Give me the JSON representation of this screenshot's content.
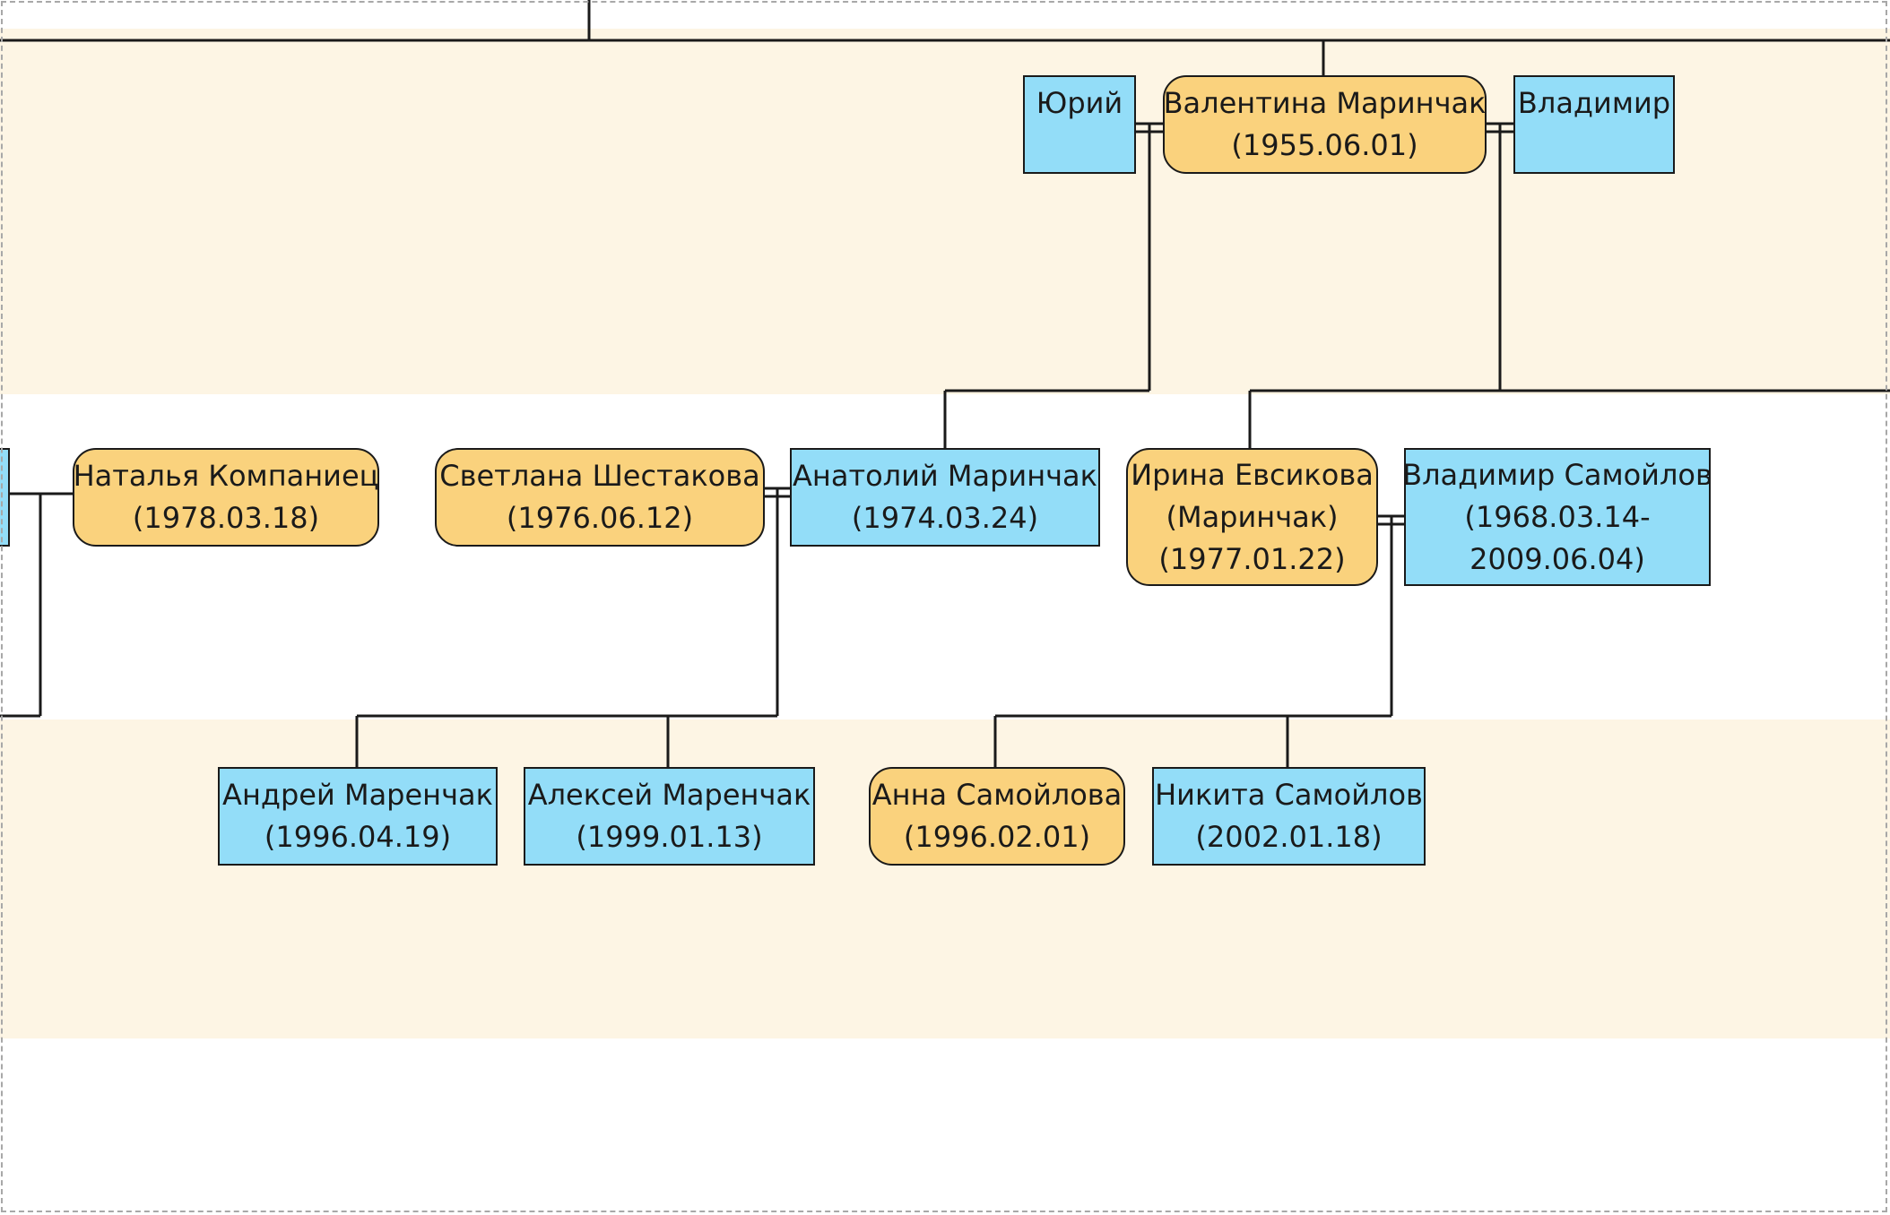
{
  "colors": {
    "female_fill": "#fad27d",
    "male_fill": "#93ddf8",
    "band_fill": "#fdf5e4",
    "line": "#1a1a1a"
  },
  "people": {
    "yuriy": {
      "name": "Юрий",
      "sex": "male"
    },
    "valentina": {
      "name": "Валентина Маринчак",
      "dates": "(1955.06.01)",
      "sex": "female"
    },
    "vladimir": {
      "name": "Владимир",
      "sex": "male"
    },
    "natalya": {
      "name": "Наталья Компаниец",
      "dates": "(1978.03.18)",
      "sex": "female"
    },
    "svetlana": {
      "name": "Светлана Шестакова",
      "dates": "(1976.06.12)",
      "sex": "female"
    },
    "anatoliy": {
      "name": "Анатолий Маринчак",
      "dates": "(1974.03.24)",
      "sex": "male"
    },
    "irina": {
      "name": "Ирина Евсикова",
      "maiden": "(Маринчак)",
      "dates": "(1977.01.22)",
      "sex": "female"
    },
    "vladimir_s": {
      "name": "Владимир Самойлов",
      "dates_line1": "(1968.03.14-",
      "dates_line2": "2009.06.04)",
      "sex": "male"
    },
    "andrey": {
      "name": "Андрей Маренчак",
      "dates": "(1996.04.19)",
      "sex": "male"
    },
    "aleksey": {
      "name": "Алексей Маренчак",
      "dates": "(1999.01.13)",
      "sex": "male"
    },
    "anna": {
      "name": "Анна Самойлова",
      "dates": "(1996.02.01)",
      "sex": "female"
    },
    "nikita": {
      "name": "Никита Самойлов",
      "dates": "(2002.01.18)",
      "sex": "male"
    }
  }
}
